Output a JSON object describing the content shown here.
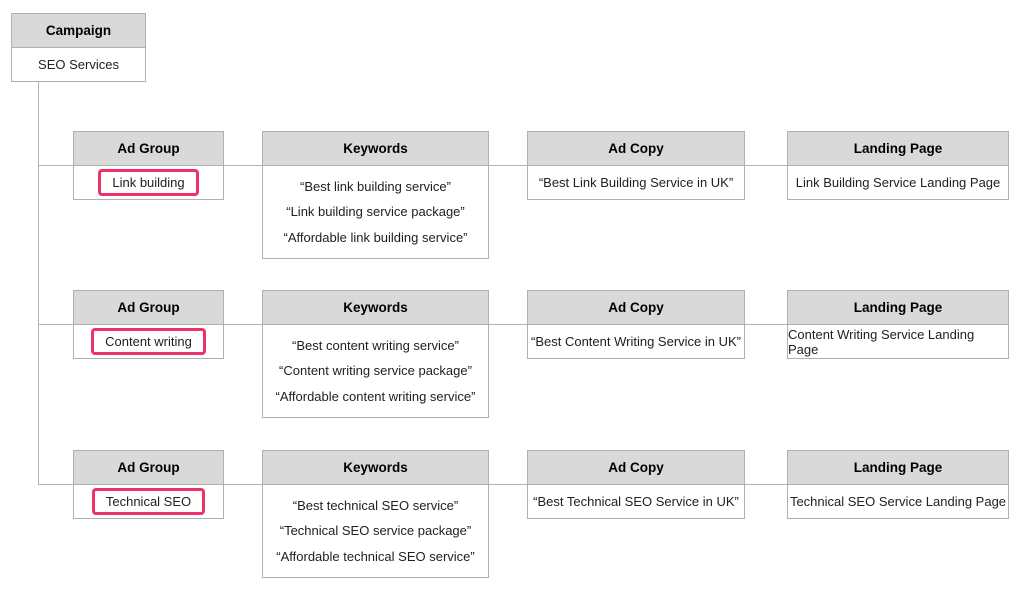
{
  "colors": {
    "highlight_pink": "#ee3166",
    "header_bg": "#d9d9d9",
    "box_border": "#b0b0b0",
    "connector": "#b3b3b3",
    "text": "#212121"
  },
  "campaign": {
    "header": "Campaign",
    "name": "SEO Services"
  },
  "columns": {
    "ad_group": "Ad Group",
    "keywords": "Keywords",
    "ad_copy": "Ad Copy",
    "landing_page": "Landing Page"
  },
  "rows": [
    {
      "ad_group": "Link building",
      "keywords": [
        "“Best link building service”",
        "“Link building service package”",
        "“Affordable link building service”"
      ],
      "ad_copy": "“Best Link Building Service in UK”",
      "landing_page": "Link Building Service Landing Page"
    },
    {
      "ad_group": "Content writing",
      "keywords": [
        "“Best content writing service”",
        "“Content writing service package”",
        "“Affordable content writing service”"
      ],
      "ad_copy": "“Best Content Writing Service in UK”",
      "landing_page": "Content Writing Service Landing Page"
    },
    {
      "ad_group": "Technical SEO",
      "keywords": [
        "“Best technical SEO service”",
        "“Technical SEO service package”",
        "“Affordable technical SEO service”"
      ],
      "ad_copy": "“Best Technical SEO Service in UK”",
      "landing_page": "Technical SEO Service Landing Page"
    }
  ]
}
